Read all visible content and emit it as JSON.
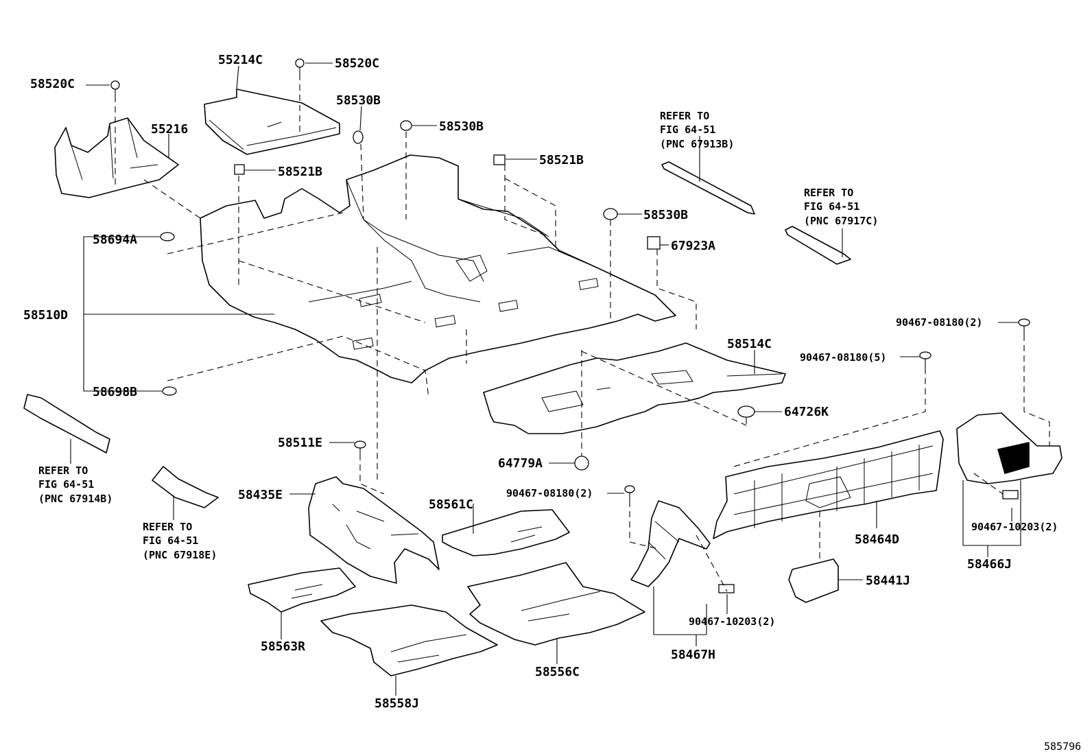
{
  "diagram_id": "585796",
  "labels": {
    "l58520c_a": "58520C",
    "l55214c": "55214C",
    "l58520c_b": "58520C",
    "l55216": "55216",
    "l58530b_a": "58530B",
    "l58530b_b": "58530B",
    "l58521b_a": "58521B",
    "l58521b_b": "58521B",
    "l58530b_c": "58530B",
    "l67923a": "67923A",
    "l58694a": "58694A",
    "l58510d": "58510D",
    "l58698b": "58698B",
    "l58514c": "58514C",
    "l64726k": "64726K",
    "l64779a": "64779A",
    "l58511e": "58511E",
    "l58435e": "58435E",
    "l58561c": "58561C",
    "l90467_08180_2a": "90467-08180(2)",
    "l90467_08180_5": "90467-08180(5)",
    "l90467_08180_2b": "90467-08180(2)",
    "l58464d": "58464D",
    "l58441j": "58441J",
    "l90467_10203_2a": "90467-10203(2)",
    "l90467_10203_2b": "90467-10203(2)",
    "l58466j": "58466J",
    "l58467h": "58467H",
    "l58563r": "58563R",
    "l58556c": "58556C",
    "l58558j": "58558J"
  },
  "refs": {
    "r1": [
      "REFER TO",
      "FIG 64-51",
      "(PNC 67913B)"
    ],
    "r2": [
      "REFER TO",
      "FIG 64-51",
      "(PNC 67917C)"
    ],
    "r3": [
      "REFER TO",
      "FIG 64-51",
      "(PNC 67914B)"
    ],
    "r4": [
      "REFER TO",
      "FIG 64-51",
      "(PNC 67918E)"
    ]
  }
}
